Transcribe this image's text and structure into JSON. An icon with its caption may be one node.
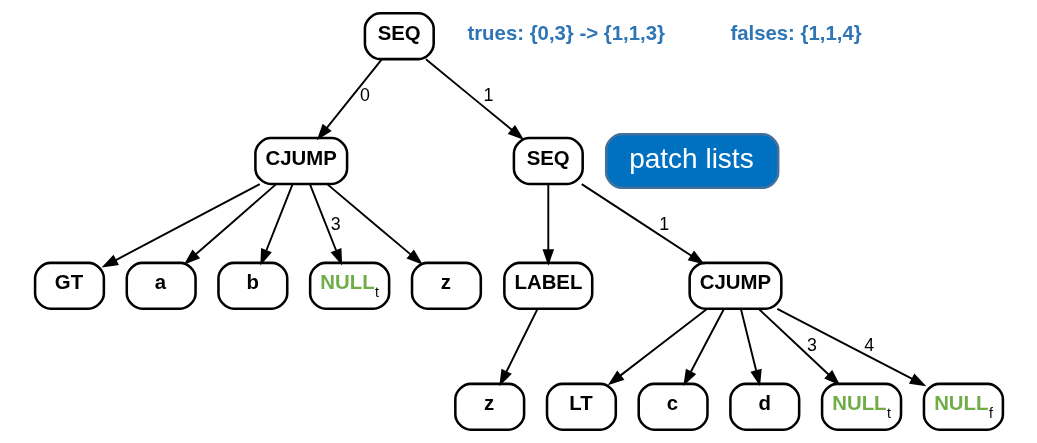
{
  "diagram": {
    "nodes": [
      {
        "text": [
          "SEQ"
        ]
      },
      {
        "text": [
          "CJUMP"
        ]
      },
      {
        "text": [
          "SEQ"
        ]
      },
      {
        "text": [
          "GT"
        ]
      },
      {
        "text": [
          "a"
        ]
      },
      {
        "text": [
          "b"
        ]
      },
      {
        "text": [
          "NULL$_{t}$"
        ]
      },
      {
        "text": [
          "z"
        ]
      },
      {
        "text": [
          "LABEL"
        ]
      },
      {
        "text": [
          "CJUMP"
        ]
      },
      {
        "text": [
          "z"
        ]
      },
      {
        "text": [
          "LT"
        ]
      },
      {
        "text": [
          "c"
        ]
      },
      {
        "text": [
          "d"
        ]
      },
      {
        "text": [
          "NULL$_{t}$"
        ]
      },
      {
        "text": [
          "NULL$_{f}$"
        ]
      },
      {
        "text": [
          "patch lists"
        ]
      }
    ],
    "edges": [
      {
        "from": 0,
        "to": 1,
        "arrow": "to",
        "label": "0"
      },
      {
        "from": 0,
        "to": 2,
        "arrow": "to",
        "label": "1"
      },
      {
        "from": 1,
        "to": 3,
        "arrow": "to"
      },
      {
        "from": 1,
        "to": 4,
        "arrow": "to"
      },
      {
        "from": 1,
        "to": 5,
        "arrow": "to"
      },
      {
        "from": 1,
        "to": 6,
        "arrow": "to",
        "label": "3"
      },
      {
        "from": 1,
        "to": 7,
        "arrow": "to"
      },
      {
        "from": 2,
        "to": 8,
        "arrow": "to"
      },
      {
        "from": 2,
        "to": 9,
        "arrow": "to",
        "label": "1"
      },
      {
        "from": 8,
        "to": 10,
        "arrow": "to"
      },
      {
        "from": 9,
        "to": 11,
        "arrow": "to"
      },
      {
        "from": 9,
        "to": 12,
        "arrow": "to"
      },
      {
        "from": 9,
        "to": 13,
        "arrow": "to"
      },
      {
        "from": 9,
        "to": 14,
        "arrow": "to",
        "label": "3"
      },
      {
        "from": 9,
        "to": 15,
        "arrow": "to",
        "label": "4"
      }
    ],
    "labels": [
      "trues: {0,3} -> {1,1,3}",
      "falses: {1,1,4}"
    ]
  }
}
